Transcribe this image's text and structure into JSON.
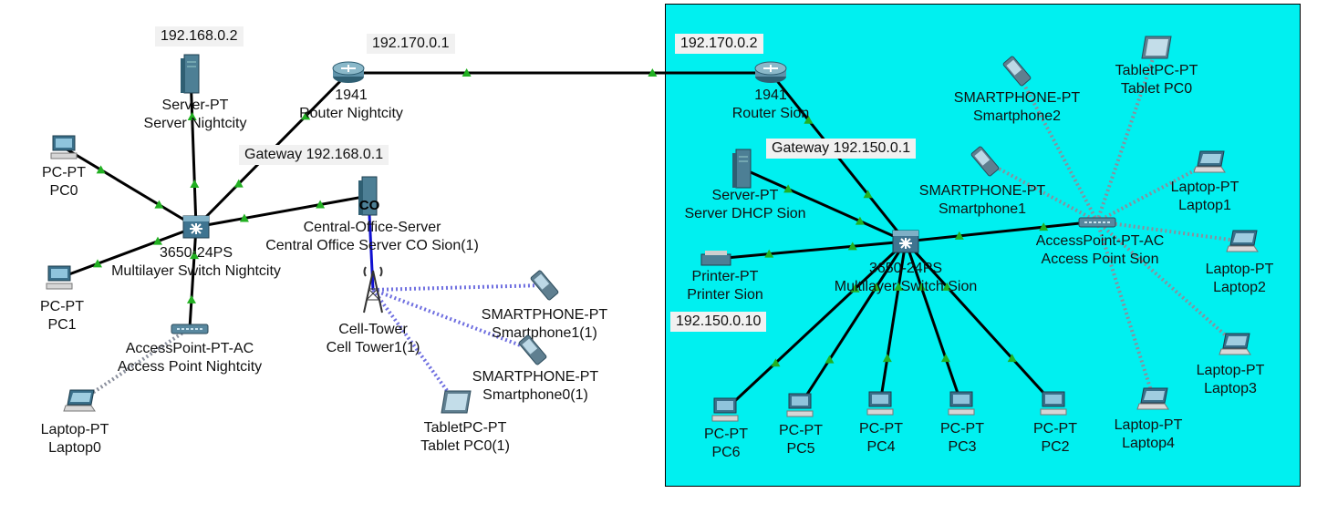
{
  "colors": {
    "background": "#ffffff",
    "area": "#00f0f0",
    "link": "#000000",
    "wireless": "#8a8f9c",
    "cell": "#6f6fe0",
    "blue_link": "#1010d0",
    "port": "#22b022",
    "note_bg": "#f1f1f1"
  },
  "notes": {
    "server_nightcity_ip": "192.168.0.2",
    "router_nightcity_ip": "192.170.0.1",
    "gateway_nightcity": "Gateway 192.168.0.1",
    "router_sion_ip": "192.170.0.2",
    "gateway_sion": "Gateway 192.150.0.1",
    "printer_ip": "192.150.0.10"
  },
  "devices": [
    {
      "id": "server_nightcity",
      "icon": "server",
      "l1": "Server-PT",
      "l2": "Server Nightcity"
    },
    {
      "id": "router_nightcity",
      "icon": "router",
      "l1": "1941",
      "l2": "Router Nightcity"
    },
    {
      "id": "pc0",
      "icon": "pc",
      "l1": "PC-PT",
      "l2": "PC0"
    },
    {
      "id": "switch_nightcity",
      "icon": "switch",
      "l1": "3650-24PS",
      "l2": "Multilayer Switch Nightcity"
    },
    {
      "id": "co_server",
      "icon": "coserver",
      "l1": "Central-Office-Server",
      "l2": "Central Office Server CO Sion(1)"
    },
    {
      "id": "pc1",
      "icon": "pc",
      "l1": "PC-PT",
      "l2": "PC1"
    },
    {
      "id": "ap_nightcity",
      "icon": "ap",
      "l1": "AccessPoint-PT-AC",
      "l2": "Access Point Nightcity"
    },
    {
      "id": "laptop0",
      "icon": "laptop",
      "l1": "Laptop-PT",
      "l2": "Laptop0"
    },
    {
      "id": "cell_tower",
      "icon": "tower",
      "l1": "Cell-Tower",
      "l2": "Cell Tower1(1)"
    },
    {
      "id": "smartphone1_1",
      "icon": "phone",
      "l1": "SMARTPHONE-PT",
      "l2": "Smartphone1(1)"
    },
    {
      "id": "smartphone0_1",
      "icon": "phone",
      "l1": "SMARTPHONE-PT",
      "l2": "Smartphone0(1)"
    },
    {
      "id": "tablet_pc0_1",
      "icon": "tablet",
      "l1": "TabletPC-PT",
      "l2": "Tablet PC0(1)"
    },
    {
      "id": "router_sion",
      "icon": "router",
      "l1": "1941",
      "l2": "Router Sion"
    },
    {
      "id": "server_dhcp",
      "icon": "server",
      "l1": "Server-PT",
      "l2": "Server DHCP Sion"
    },
    {
      "id": "printer",
      "icon": "printer",
      "l1": "Printer-PT",
      "l2": "Printer Sion"
    },
    {
      "id": "switch_sion",
      "icon": "switch",
      "l1": "3650-24PS",
      "l2": "Multilayer Switch Sion"
    },
    {
      "id": "ap_sion",
      "icon": "ap",
      "l1": "AccessPoint-PT-AC",
      "l2": "Access Point Sion"
    },
    {
      "id": "smartphone2",
      "icon": "phone",
      "l1": "SMARTPHONE-PT",
      "l2": "Smartphone2"
    },
    {
      "id": "tablet_pc0",
      "icon": "tablet",
      "l1": "TabletPC-PT",
      "l2": "Tablet PC0"
    },
    {
      "id": "smartphone1",
      "icon": "phone",
      "l1": "SMARTPHONE-PT",
      "l2": "Smartphone1"
    },
    {
      "id": "laptop1",
      "icon": "laptop",
      "l1": "Laptop-PT",
      "l2": "Laptop1"
    },
    {
      "id": "laptop2",
      "icon": "laptop",
      "l1": "Laptop-PT",
      "l2": "Laptop2"
    },
    {
      "id": "laptop3",
      "icon": "laptop",
      "l1": "Laptop-PT",
      "l2": "Laptop3"
    },
    {
      "id": "laptop4",
      "icon": "laptop",
      "l1": "Laptop-PT",
      "l2": "Laptop4"
    },
    {
      "id": "pc6",
      "icon": "pc",
      "l1": "PC-PT",
      "l2": "PC6"
    },
    {
      "id": "pc5",
      "icon": "pc",
      "l1": "PC-PT",
      "l2": "PC5"
    },
    {
      "id": "pc4",
      "icon": "pc",
      "l1": "PC-PT",
      "l2": "PC4"
    },
    {
      "id": "pc3",
      "icon": "pc",
      "l1": "PC-PT",
      "l2": "PC3"
    },
    {
      "id": "pc2",
      "icon": "pc",
      "l1": "PC-PT",
      "l2": "PC2"
    }
  ],
  "links": [
    {
      "a": "router_nightcity",
      "b": "router_sion",
      "type": "wire"
    },
    {
      "a": "switch_nightcity",
      "b": "router_nightcity",
      "type": "wire"
    },
    {
      "a": "switch_nightcity",
      "b": "server_nightcity",
      "type": "wire"
    },
    {
      "a": "switch_nightcity",
      "b": "pc0",
      "type": "wire"
    },
    {
      "a": "switch_nightcity",
      "b": "pc1",
      "type": "wire"
    },
    {
      "a": "switch_nightcity",
      "b": "co_server",
      "type": "wire"
    },
    {
      "a": "switch_nightcity",
      "b": "ap_nightcity",
      "type": "wire"
    },
    {
      "a": "co_server",
      "b": "cell_tower",
      "type": "blue"
    },
    {
      "a": "ap_nightcity",
      "b": "laptop0",
      "type": "wireless"
    },
    {
      "a": "cell_tower",
      "b": "smartphone1_1",
      "type": "cell"
    },
    {
      "a": "cell_tower",
      "b": "smartphone0_1",
      "type": "cell"
    },
    {
      "a": "cell_tower",
      "b": "tablet_pc0_1",
      "type": "cell"
    },
    {
      "a": "switch_sion",
      "b": "router_sion",
      "type": "wire"
    },
    {
      "a": "switch_sion",
      "b": "server_dhcp",
      "type": "wire"
    },
    {
      "a": "switch_sion",
      "b": "printer",
      "type": "wire"
    },
    {
      "a": "switch_sion",
      "b": "ap_sion",
      "type": "wire"
    },
    {
      "a": "switch_sion",
      "b": "pc6",
      "type": "wire"
    },
    {
      "a": "switch_sion",
      "b": "pc5",
      "type": "wire"
    },
    {
      "a": "switch_sion",
      "b": "pc4",
      "type": "wire"
    },
    {
      "a": "switch_sion",
      "b": "pc3",
      "type": "wire"
    },
    {
      "a": "switch_sion",
      "b": "pc2",
      "type": "wire"
    },
    {
      "a": "ap_sion",
      "b": "smartphone2",
      "type": "wireless"
    },
    {
      "a": "ap_sion",
      "b": "tablet_pc0",
      "type": "wireless"
    },
    {
      "a": "ap_sion",
      "b": "smartphone1",
      "type": "wireless"
    },
    {
      "a": "ap_sion",
      "b": "laptop1",
      "type": "wireless"
    },
    {
      "a": "ap_sion",
      "b": "laptop2",
      "type": "wireless"
    },
    {
      "a": "ap_sion",
      "b": "laptop3",
      "type": "wireless"
    },
    {
      "a": "ap_sion",
      "b": "laptop4",
      "type": "wireless"
    }
  ]
}
